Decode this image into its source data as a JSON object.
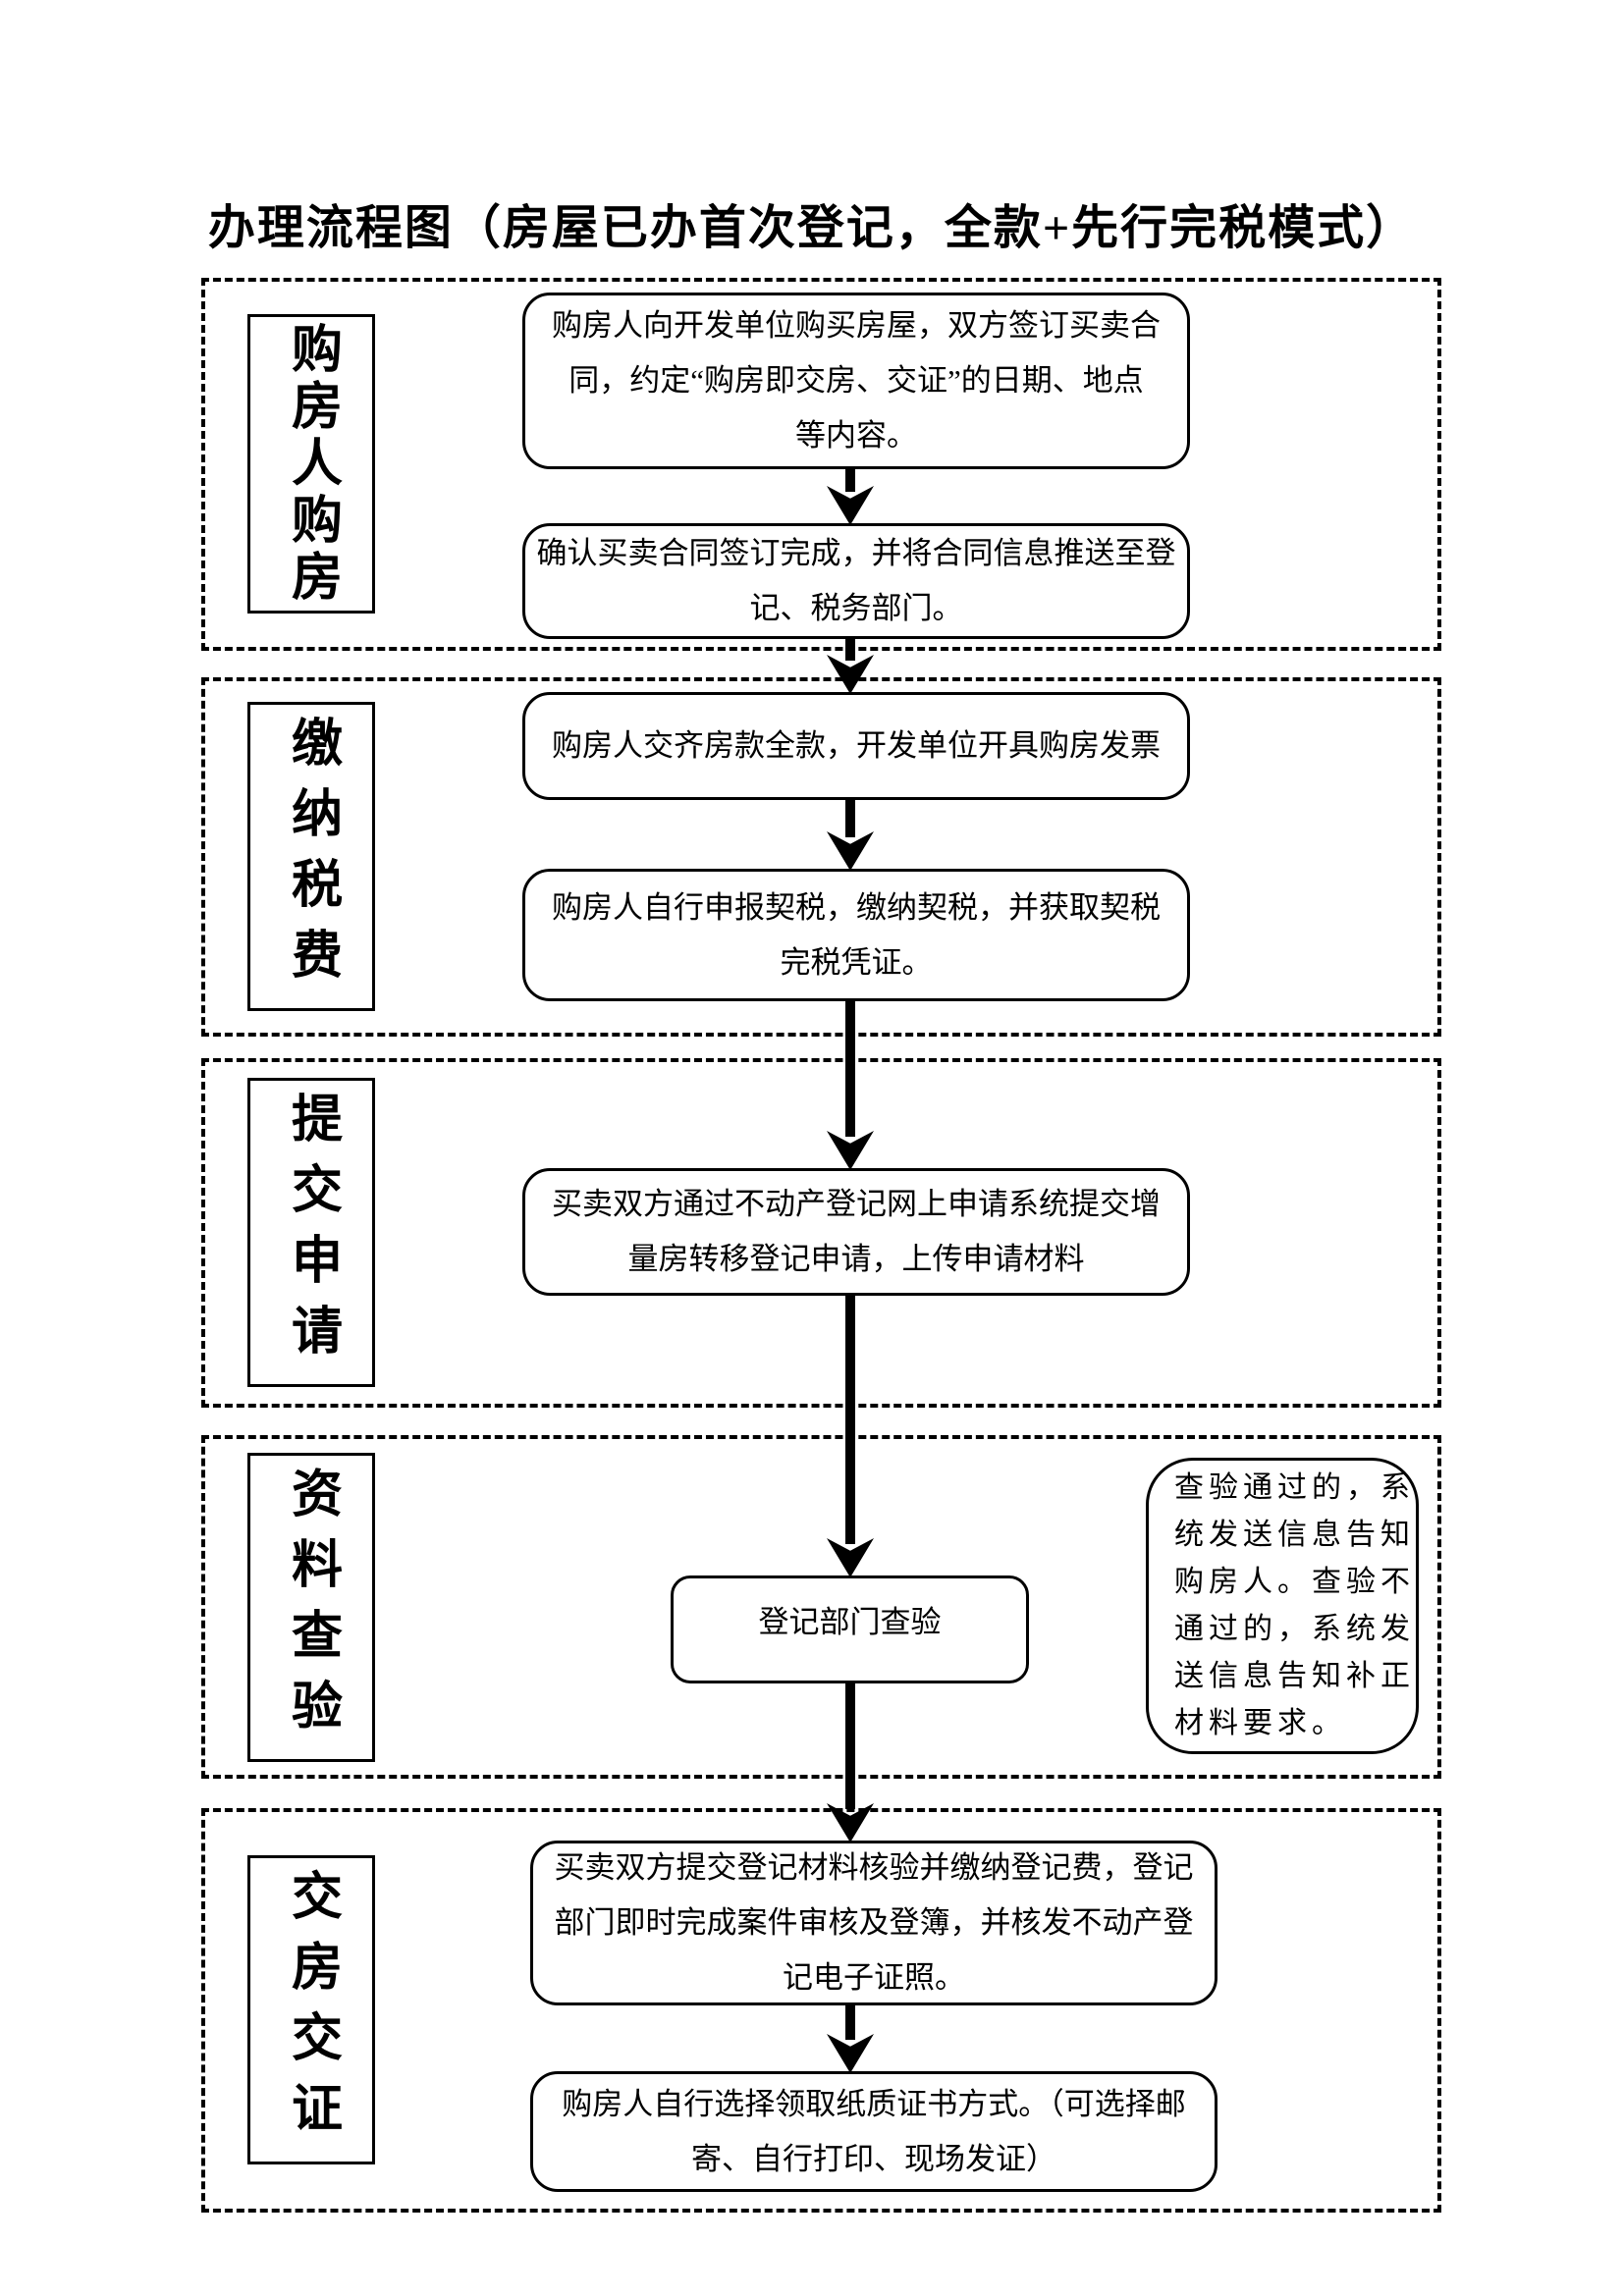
{
  "title": "办理流程图（房屋已办首次登记，全款+先行完税模式）",
  "sections": {
    "s1": {
      "label": "购房人购房"
    },
    "s2": {
      "label": "缴纳税费"
    },
    "s3": {
      "label": "提交申请"
    },
    "s4": {
      "label": "资料查验"
    },
    "s5": {
      "label": "交房交证"
    }
  },
  "boxes": {
    "b1": "购房人向开发单位购买房屋，双方签订买卖合\n同，约定“购房即交房、交证”的日期、地点\n等内容。",
    "b2": "确认买卖合同签订完成，并将合同信息推送至登\n记、税务部门。",
    "b3": "购房人交齐房款全款，开发单位开具购房发票",
    "b4": "购房人自行申报契税，缴纳契税，并获取契税\n完税凭证。",
    "b5": "买卖双方通过不动产登记网上申请系统提交增\n量房转移登记申请，上传申请材料",
    "check": "登记部门查验",
    "side_note": "查验通过的，系\n统发送信息告知\n购房人。查验不\n通过的，系统发\n送信息告知补正\n材料要求。",
    "b6": "买卖双方提交登记材料核验并缴纳登记费，登记\n部门即时完成案件审核及登簿，并核发不动产登\n记电子证照。",
    "b7": "购房人自行选择领取纸质证书方式。（可选择邮\n寄、自行打印、现场发证）"
  }
}
